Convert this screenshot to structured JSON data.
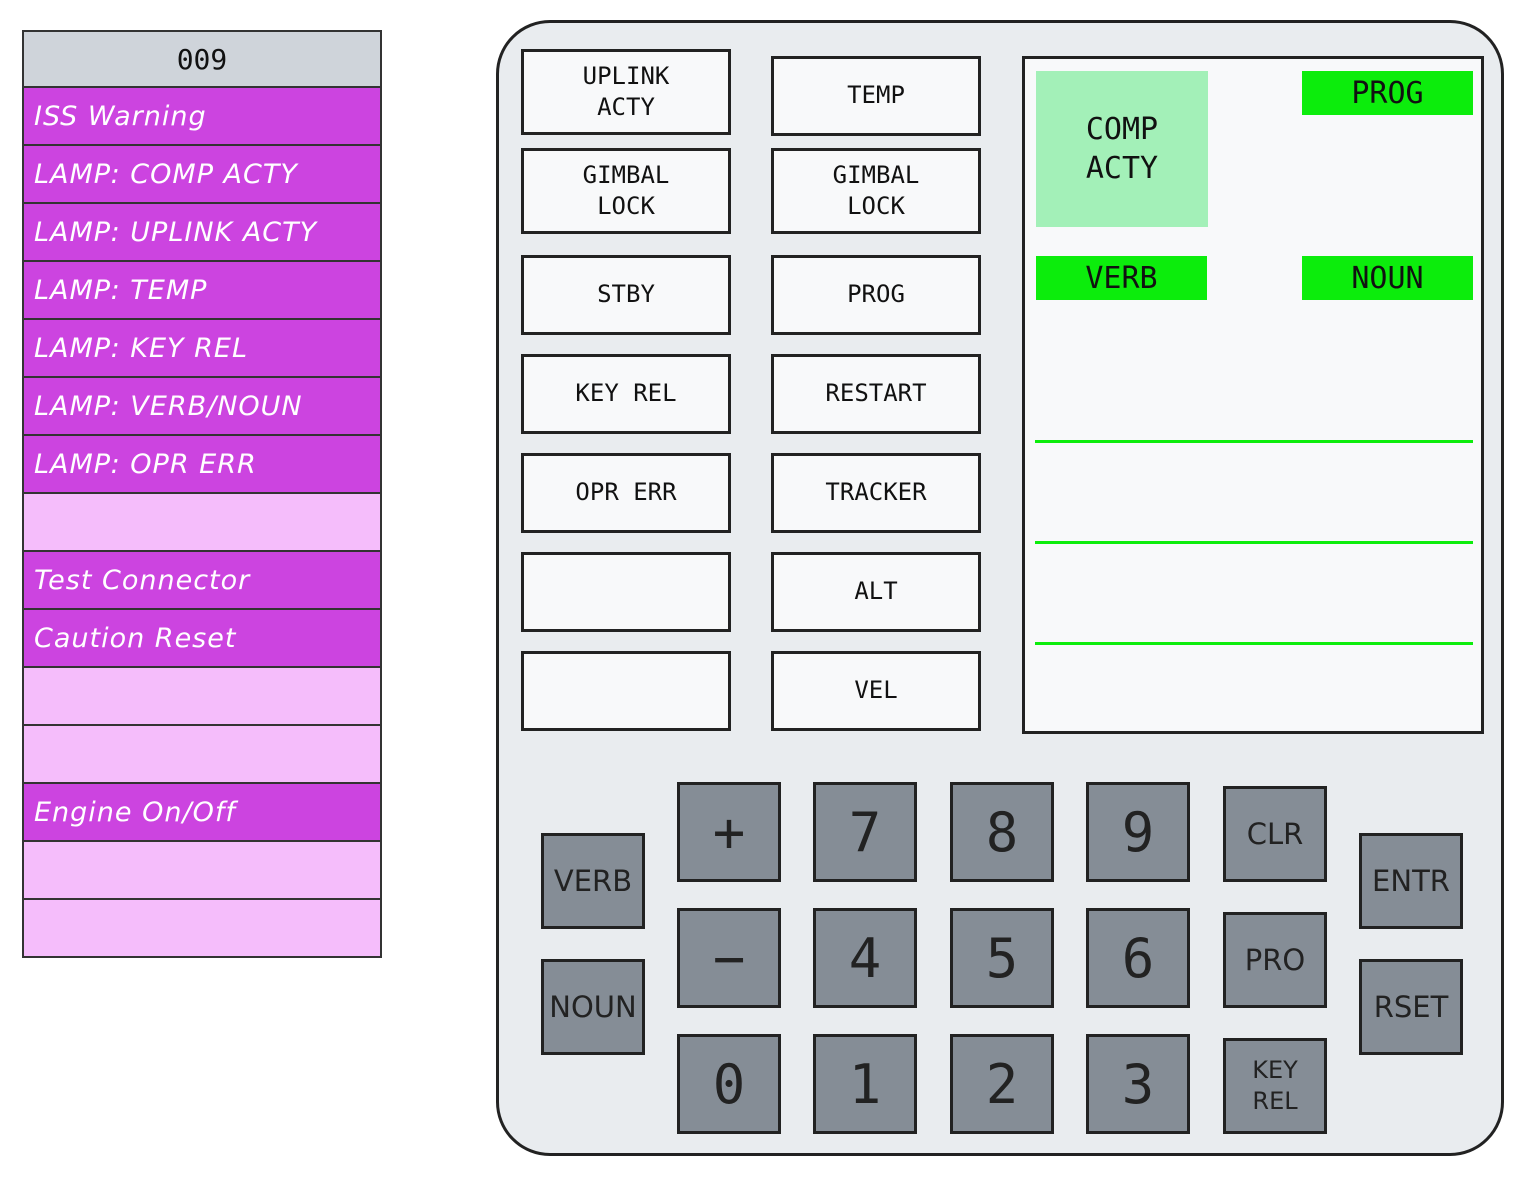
{
  "left_panel": {
    "header": "009",
    "rows": [
      {
        "label": "ISS Warning",
        "state": "filled"
      },
      {
        "label": "LAMP: COMP ACTY",
        "state": "filled"
      },
      {
        "label": "LAMP: UPLINK ACTY",
        "state": "filled"
      },
      {
        "label": "LAMP: TEMP",
        "state": "filled"
      },
      {
        "label": "LAMP: KEY REL",
        "state": "filled"
      },
      {
        "label": "LAMP: VERB/NOUN",
        "state": "filled"
      },
      {
        "label": "LAMP: OPR ERR",
        "state": "filled"
      },
      {
        "label": "",
        "state": "empty"
      },
      {
        "label": "Test Connector",
        "state": "filled"
      },
      {
        "label": "Caution Reset",
        "state": "filled"
      },
      {
        "label": "",
        "state": "empty"
      },
      {
        "label": "",
        "state": "empty"
      },
      {
        "label": "Engine On/Off",
        "state": "filled"
      },
      {
        "label": "",
        "state": "empty"
      },
      {
        "label": "",
        "state": "empty"
      }
    ],
    "colors": {
      "filled": "#cc44e0",
      "empty": "#f5bdfb",
      "header": "#cfd4da"
    }
  },
  "status_lamps": {
    "left": [
      "UPLINK\nACTY",
      "GIMBAL\nLOCK",
      "STBY",
      "KEY REL",
      "OPR ERR",
      "",
      ""
    ],
    "right": [
      "TEMP",
      "GIMBAL\nLOCK",
      "PROG",
      "RESTART",
      "TRACKER",
      "ALT",
      "VEL"
    ]
  },
  "display": {
    "comp_acty": "COMP\nACTY",
    "prog_label": "PROG",
    "verb_label": "VERB",
    "noun_label": "NOUN",
    "colors": {
      "indicator": "#0ced0c",
      "comp_acty": "#a3f0b8"
    }
  },
  "keypad": {
    "verb": "VERB",
    "noun": "NOUN",
    "plus": "+",
    "minus": "−",
    "digits": {
      "0": "0",
      "1": "1",
      "2": "2",
      "3": "3",
      "4": "4",
      "5": "5",
      "6": "6",
      "7": "7",
      "8": "8",
      "9": "9"
    },
    "clr": "CLR",
    "pro": "PRO",
    "key_rel": "KEY\nREL",
    "entr": "ENTR",
    "rset": "RSET"
  }
}
